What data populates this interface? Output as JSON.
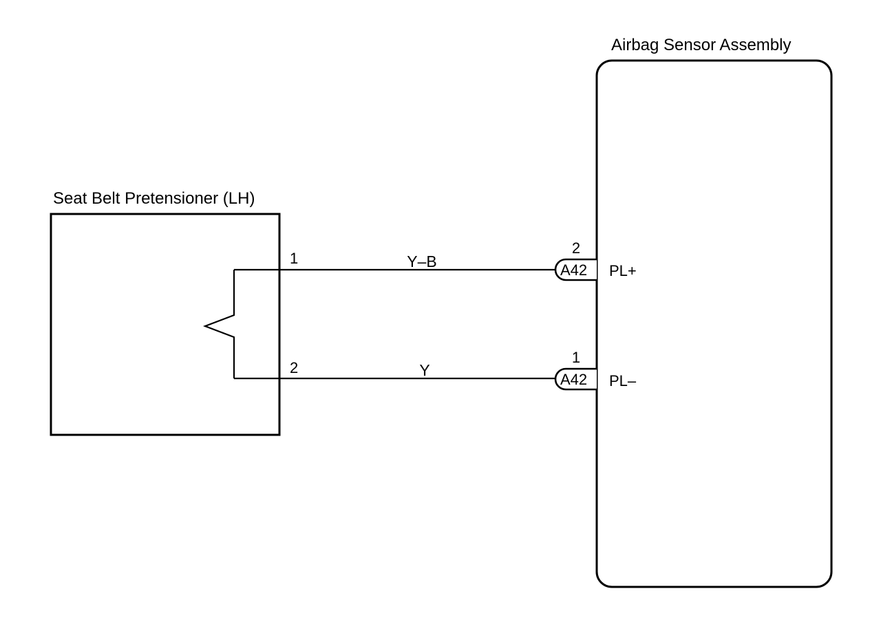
{
  "components": {
    "pretensioner": {
      "label": "Seat Belt Pretensioner (LH)",
      "pins": [
        "1",
        "2"
      ]
    },
    "sensor": {
      "label": "Airbag Sensor Assembly",
      "terminals": [
        "PL+",
        "PL–"
      ]
    }
  },
  "wires": [
    {
      "color_code": "Y–B",
      "from_pin": "1",
      "connector": "A42",
      "connector_pin": "2",
      "terminal": "PL+"
    },
    {
      "color_code": "Y",
      "from_pin": "2",
      "connector": "A42",
      "connector_pin": "1",
      "terminal": "PL–"
    }
  ]
}
